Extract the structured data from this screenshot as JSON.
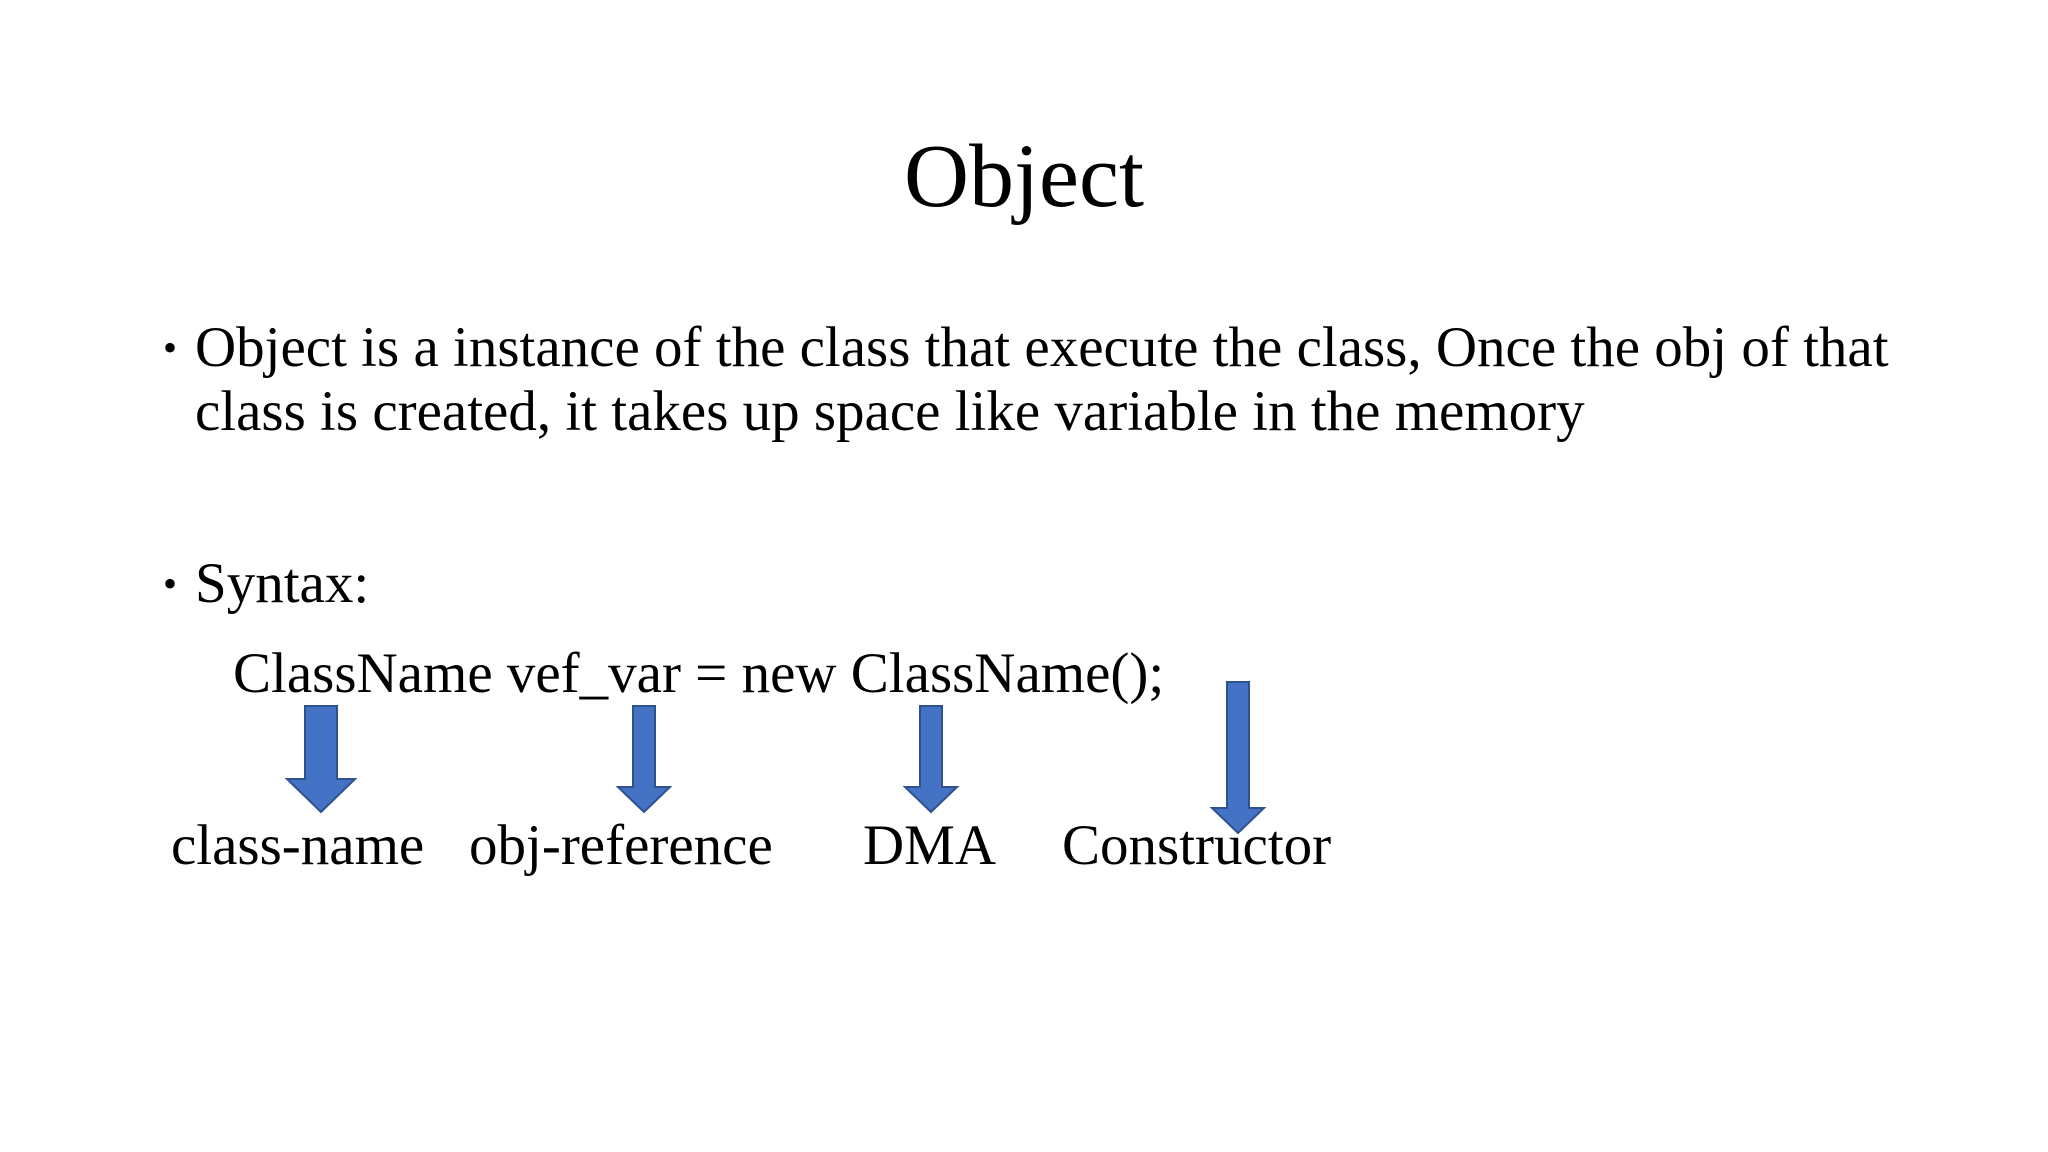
{
  "slide": {
    "title": "Object",
    "bullets": [
      {
        "marker": "•",
        "text": "Object is a instance of the class that execute the class, Once the obj of that class is created, it takes up space like variable in the memory"
      },
      {
        "marker": "•",
        "text": "Syntax:"
      }
    ],
    "syntax_line": "ClassName vef_var = new ClassName();",
    "labels": [
      "class-name",
      "obj-reference",
      "DMA",
      "Constructor"
    ],
    "arrow_icon": "down-arrow-icon",
    "colors": {
      "arrow_fill": "#4472C4",
      "arrow_stroke": "#2F528F",
      "text": "#000000",
      "background": "#FFFFFF"
    }
  }
}
